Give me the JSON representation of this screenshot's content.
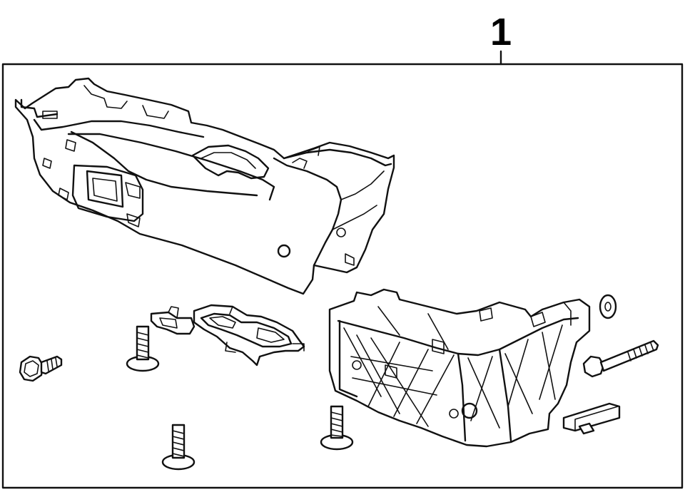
{
  "callout": {
    "label": "1"
  },
  "colors": {
    "line": "#111111",
    "background": "#ffffff"
  },
  "parts": [
    "center-console-assembly",
    "console-rear-bracket",
    "cup-holder-insert",
    "spacer-bracket",
    "flange-bolt",
    "screw",
    "screw",
    "screw",
    "washer",
    "long-bolt",
    "connector"
  ]
}
